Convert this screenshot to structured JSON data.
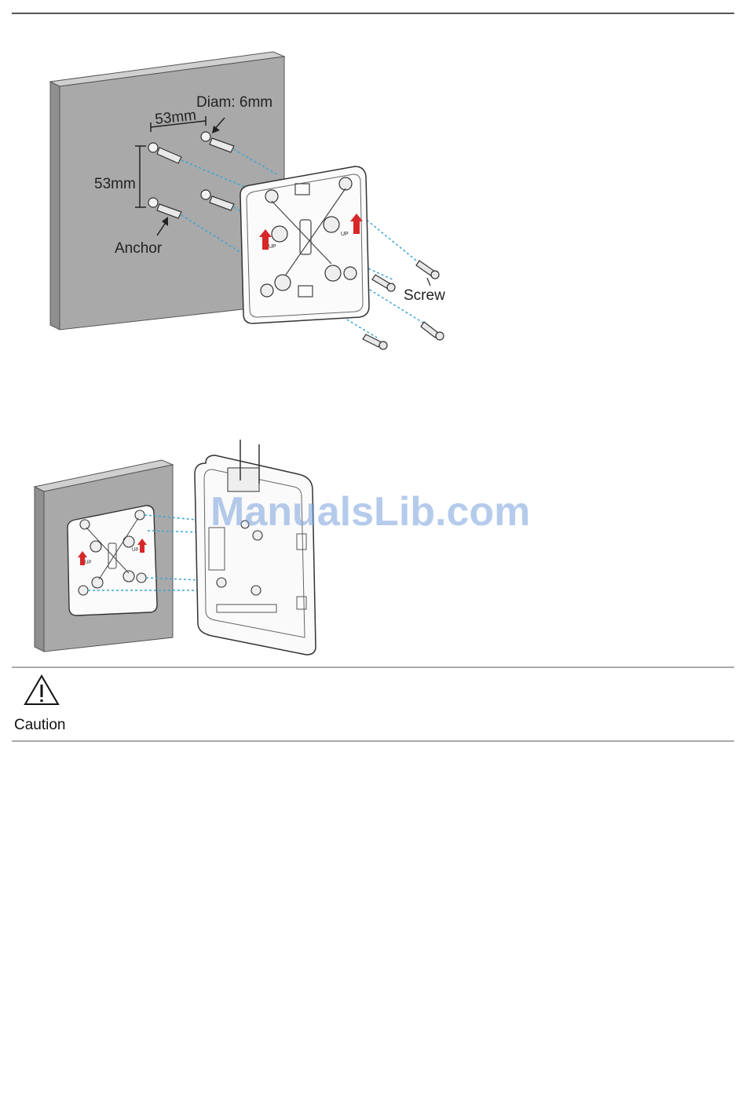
{
  "figure1": {
    "labels": {
      "spacing_horizontal": "53mm",
      "spacing_vertical": "53mm",
      "diameter": "Diam: 6mm",
      "anchor": "Anchor",
      "screw": "Screw"
    },
    "up_marks": [
      "UP",
      "UP"
    ]
  },
  "figure2": {
    "up_marks": [
      "UP",
      "UP"
    ]
  },
  "watermark": "ManualsLib.com",
  "caution": {
    "label": "Caution",
    "icon": "warning-triangle-icon"
  },
  "colors": {
    "wall": "#a9a9a9",
    "guide_line": "#3aa6d8",
    "up_arrow": "#d62828",
    "rule": "#aaaaaa"
  }
}
